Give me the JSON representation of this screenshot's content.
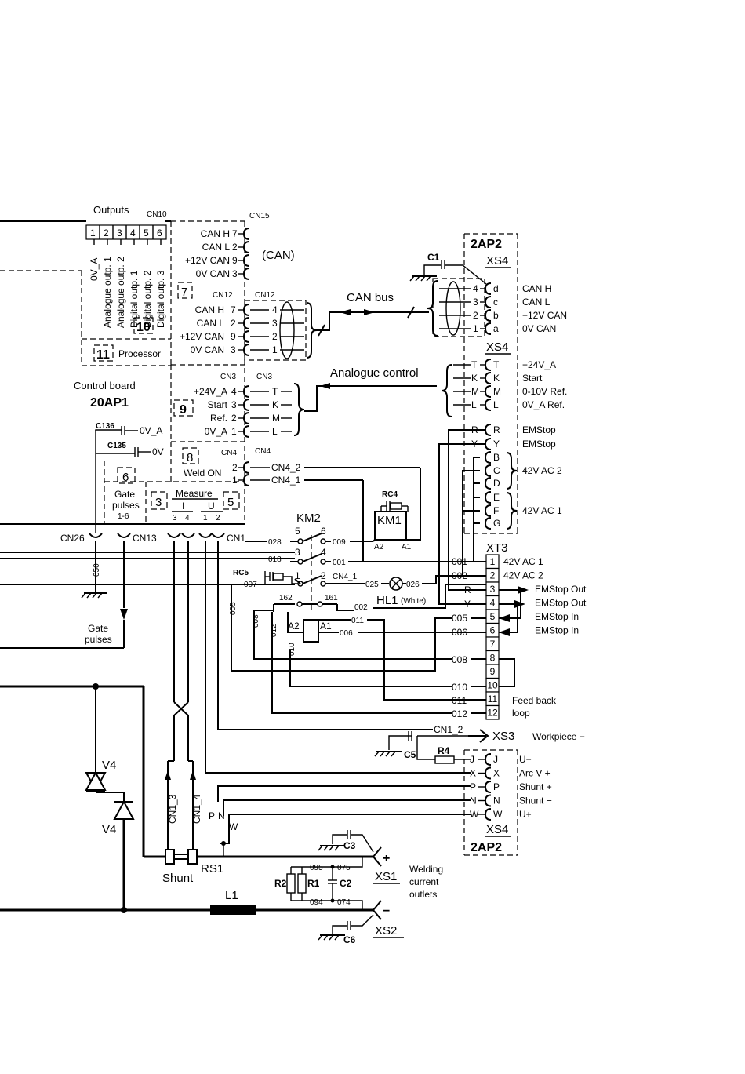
{
  "main_board": {
    "title": "Control board",
    "id": "20AP1",
    "outputs_title": "Outputs",
    "cn10": "CN10",
    "cn10_pins": [
      "1",
      "2",
      "3",
      "4",
      "5",
      "6"
    ],
    "outputs_signals": [
      "0V_A",
      "Analogue outp. 1",
      "Analogue outp. 2",
      "Digital outp. 1",
      "Digital outp. 2",
      "Digital outp. 3"
    ],
    "block_7": "7",
    "block_10": "10",
    "block_11": "11",
    "processor": "Processor",
    "block_9": "9",
    "block_8": "8",
    "block_6": "6",
    "gate_pulses_label": [
      "Gate",
      "pulses",
      "1-6"
    ],
    "block_3": "3",
    "block_5": "5",
    "measure": "Measure",
    "measure_i": "I",
    "measure_u": "U",
    "measure_pins": [
      "3",
      "4",
      "1",
      "2"
    ]
  },
  "cn15": {
    "label": "CN15",
    "bus": "(CAN)",
    "rows": [
      {
        "name": "CAN H",
        "pin": "7"
      },
      {
        "name": "CAN L",
        "pin": "2"
      },
      {
        "name": "+12V CAN",
        "pin": "9"
      },
      {
        "name": "0V CAN",
        "pin": "3"
      }
    ]
  },
  "cn12": {
    "label": "CN12",
    "label_ext": "CN12",
    "rows": [
      {
        "name": "CAN H",
        "pin": "7",
        "ext": "4"
      },
      {
        "name": "CAN L",
        "pin": "2",
        "ext": "3"
      },
      {
        "name": "+12V CAN",
        "pin": "9",
        "ext": "2"
      },
      {
        "name": "0V CAN",
        "pin": "3",
        "ext": "1"
      }
    ],
    "bus_label": "CAN bus"
  },
  "cn3": {
    "label": "CN3",
    "label_ext": "CN3",
    "rows": [
      {
        "name": "+24V_A",
        "pin": "4",
        "ext": "T"
      },
      {
        "name": "Start",
        "pin": "3",
        "ext": "K"
      },
      {
        "name": "Ref.",
        "pin": "2",
        "ext": "M"
      },
      {
        "name": "0V_A",
        "pin": "1",
        "ext": "L"
      }
    ],
    "control_label": "Analogue control"
  },
  "cn4": {
    "label": "CN4",
    "label_ext": "CN4",
    "weld_on": "Weld ON",
    "pins": [
      "2",
      "1"
    ],
    "nets": [
      "CN4_2",
      "CN4_1"
    ]
  },
  "caps_left": {
    "c136": "C136",
    "c136_net": "0V_A",
    "c135": "C135",
    "c135_net": "0V"
  },
  "connectors_bottom": {
    "cn26": "CN26",
    "cn13": "CN13",
    "cn1": "CN1",
    "net_050": "050",
    "gate_pulses": [
      "Gate",
      "pulses"
    ]
  },
  "ap2": {
    "title": "2AP2",
    "xs4": "XS4",
    "c1": "C1",
    "can_rows": [
      {
        "pin": "4",
        "ext": "d",
        "name": "CAN H"
      },
      {
        "pin": "3",
        "ext": "c",
        "name": "CAN L"
      },
      {
        "pin": "2",
        "ext": "b",
        "name": "+12V CAN"
      },
      {
        "pin": "1",
        "ext": "a",
        "name": "0V CAN"
      }
    ],
    "xs4_b": "XS4",
    "ctrl_rows": [
      {
        "pin": "T",
        "ext": "T",
        "name": "+24V_A"
      },
      {
        "pin": "K",
        "ext": "K",
        "name": "Start"
      },
      {
        "pin": "M",
        "ext": "M",
        "name": "0-10V Ref."
      },
      {
        "pin": "L",
        "ext": "L",
        "name": "0V_A  Ref."
      }
    ],
    "em_rows": [
      {
        "pin": "R",
        "ext": "R",
        "name": "EMStop"
      },
      {
        "pin": "Y",
        "ext": "Y",
        "name": "EMStop"
      }
    ],
    "ac2_pins": [
      "B",
      "C",
      "D"
    ],
    "ac2_label": "42V AC 2",
    "ac1_pins": [
      "E",
      "F",
      "G"
    ],
    "ac1_label": "42V AC 1",
    "meas_rows": [
      {
        "pin": "J",
        "ext": "J",
        "name": "U−"
      },
      {
        "pin": "X",
        "ext": "X",
        "name": "Arc V +"
      },
      {
        "pin": "P",
        "ext": "P",
        "name": "Shunt +"
      },
      {
        "pin": "N",
        "ext": "N",
        "name": "Shunt −"
      },
      {
        "pin": "W",
        "ext": "W",
        "name": "U+"
      }
    ],
    "xs4_c": "XS4",
    "title_b": "2AP2"
  },
  "xt3": {
    "label": "XT3",
    "terminals": [
      "1",
      "2",
      "3",
      "4",
      "5",
      "6",
      "7",
      "8",
      "9",
      "10",
      "11",
      "12"
    ],
    "side_labels": [
      "42V AC 1",
      "42V AC 2",
      "EMStop Out",
      "EMStop Out",
      "EMStop In",
      "EMStop In"
    ],
    "feedback": [
      "Feed back",
      "loop"
    ],
    "wire_labels": [
      "001",
      "002",
      "R",
      "Y",
      "005",
      "006",
      "008",
      "010",
      "011",
      "012"
    ]
  },
  "relays": {
    "km2": "KM2",
    "km1": "KM1",
    "rc4": "RC4",
    "rc5": "RC5",
    "hl1": "HL1",
    "hl1_note": "(White)",
    "a1": "A1",
    "a2": "A2",
    "contacts": [
      "5",
      "6",
      "3",
      "4",
      "1",
      "2"
    ],
    "net_labels": [
      "028",
      "009",
      "018",
      "001",
      "007",
      "CN4_1",
      "025",
      "026",
      "162",
      "161",
      "002",
      "011",
      "006",
      "005",
      "008",
      "012",
      "010"
    ]
  },
  "workpiece": {
    "xs3": "XS3",
    "label": "Workpiece −",
    "net": "CN1_2",
    "c5": "C5",
    "r4": "R4"
  },
  "power": {
    "v4": "V4",
    "v4b": "V4",
    "shunt": "Shunt",
    "rs1": "RS1",
    "cn1_3": "CN1_3",
    "cn1_4": "CN1_4",
    "p": "P",
    "n": "N",
    "w": "W",
    "l1": "L1",
    "xs1": "XS1",
    "xs2": "XS2",
    "plus": "+",
    "minus": "−",
    "c2": "C2",
    "c3": "C3",
    "c6": "C6",
    "r1": "R1",
    "r2": "R2",
    "n095": "095",
    "n075": "075",
    "n094": "094",
    "n074": "074",
    "outlets": [
      "Welding",
      "current",
      "outlets"
    ]
  }
}
